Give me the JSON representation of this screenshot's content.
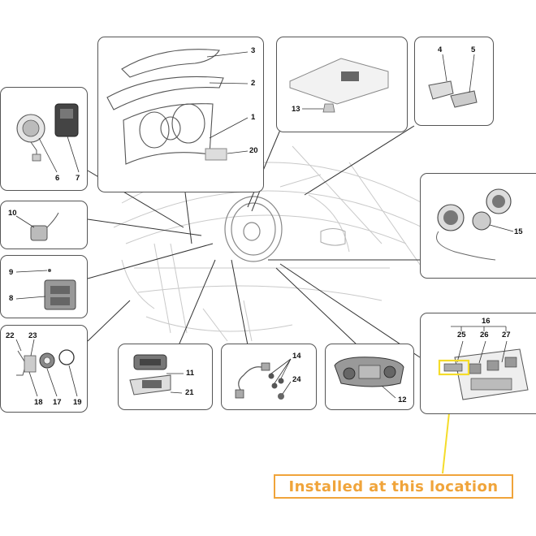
{
  "callout": {
    "text": "Installed at this location"
  },
  "labels": {
    "p1": "1",
    "p2": "2",
    "p3": "3",
    "p4": "4",
    "p5": "5",
    "p6": "6",
    "p7": "7",
    "p8": "8",
    "p9": "9",
    "p10": "10",
    "p11": "11",
    "p12": "12",
    "p13": "13",
    "p14": "14",
    "p15": "15",
    "p16": "16",
    "p17": "17",
    "p18": "18",
    "p19": "19",
    "p20": "20",
    "p21": "21",
    "p22": "22",
    "p23": "23",
    "p24": "24",
    "p25": "25",
    "p26": "26",
    "p27": "27"
  },
  "colors": {
    "highlight": "#f5dc2a",
    "callout": "#f0a43a",
    "line": "#333333"
  }
}
